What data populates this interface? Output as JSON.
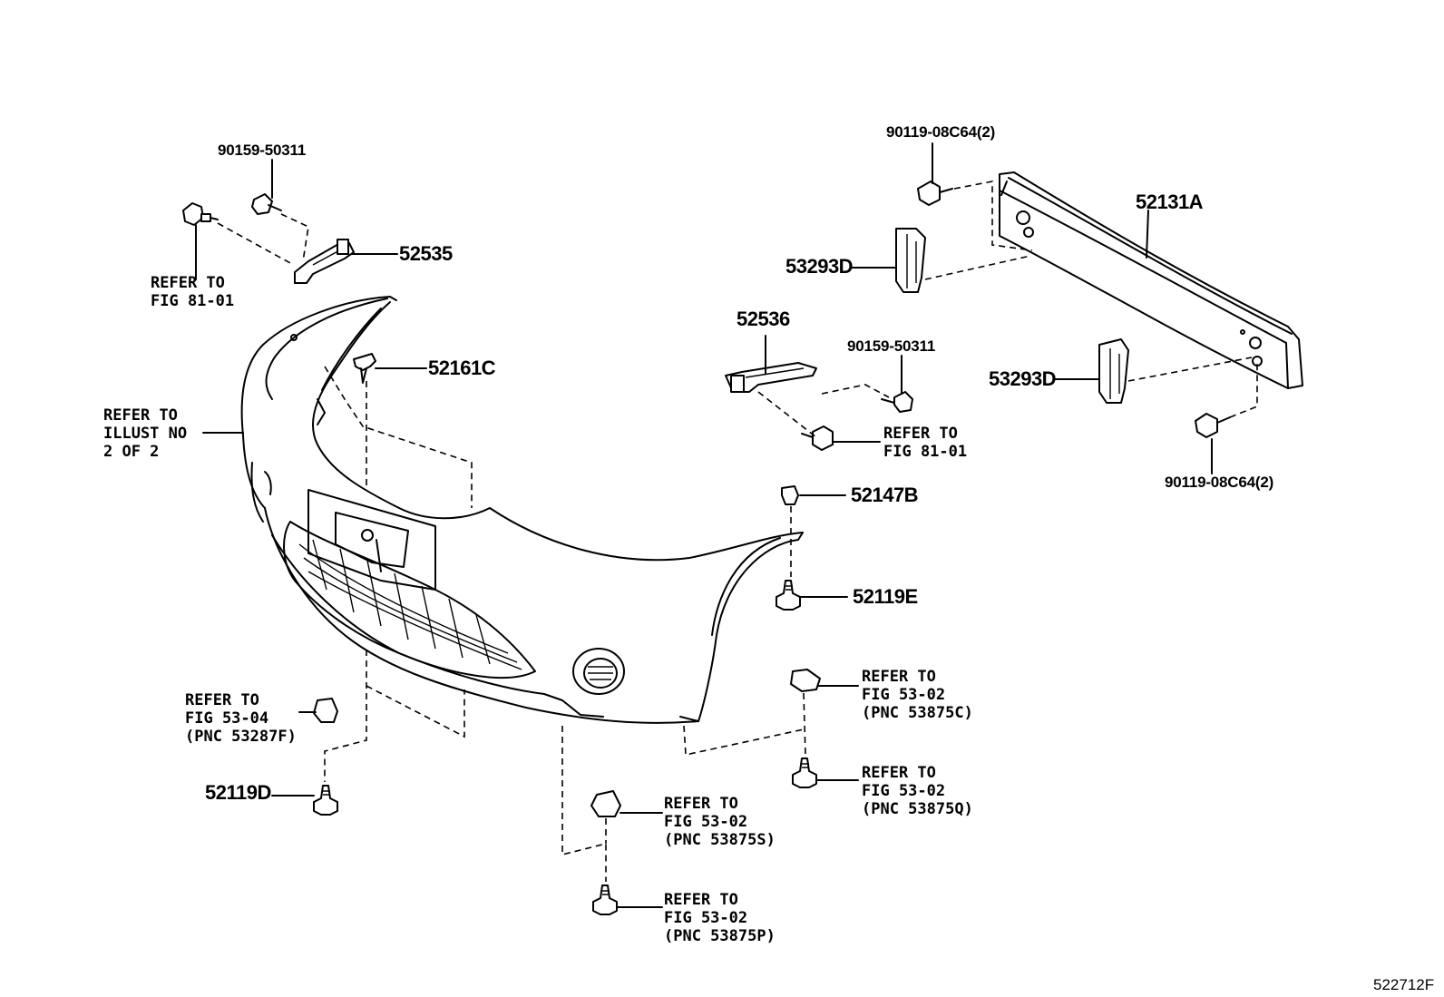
{
  "title": "",
  "figure_id": "522712F",
  "labels": {
    "p90159_50311_a": "90159-50311",
    "p52535": "52535",
    "refer_81_01_a": "REFER TO\nFIG 81-01",
    "p52161C": "52161C",
    "refer_illust": "REFER TO\nILLUST NO\n2 OF 2",
    "p90119_08C64_top": "90119-08C64(2)",
    "p52131A": "52131A",
    "p53293D_top": "53293D",
    "p52536": "52536",
    "p90159_50311_b": "90159-50311",
    "p53293D_bottom": "53293D",
    "refer_81_01_b": "REFER TO\nFIG 81-01",
    "p90119_08C64_bottom": "90119-08C64(2)",
    "p52147B": "52147B",
    "p52119E": "52119E",
    "refer_53_04": "REFER TO\nFIG 53-04\n(PNC 53287F)",
    "p52119D": "52119D",
    "refer_53_02_C": "REFER TO\nFIG 53-02\n(PNC 53875C)",
    "refer_53_02_Q": "REFER TO\nFIG 53-02\n(PNC 53875Q)",
    "refer_53_02_S": "REFER TO\nFIG 53-02\n(PNC 53875S)",
    "refer_53_02_P": "REFER TO\nFIG 53-02\n(PNC 53875P)"
  }
}
